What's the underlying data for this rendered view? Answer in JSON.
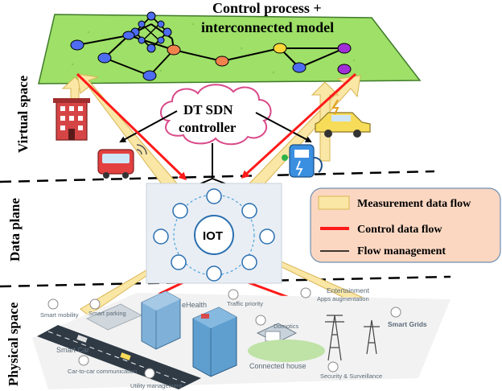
{
  "virtual_plane_title": [
    "Control process +",
    "interconnected model"
  ],
  "controller_label": [
    "DT SDN",
    "controller"
  ],
  "hub_label": "IOT",
  "layers": {
    "virtual": "Virtual space",
    "data": "Data plane",
    "physical": "Physical space"
  },
  "legend": {
    "items": [
      {
        "label": "Measurement data flow",
        "color": "#fae7a6"
      },
      {
        "label": "Control data flow",
        "color": "#ff1a1a"
      },
      {
        "label": "Flow management",
        "color": "#000000"
      }
    ],
    "background": "#fbd7c2"
  },
  "city_labels": {
    "smart_mobility": "Smart mobility",
    "smart_parking": "Smart parking",
    "ehealth": "eHealth",
    "traffic_priority": "Traffic priority",
    "entertainment": "Entertainment",
    "apps_augmentation": "Apps augmentation",
    "smart_grids": "Smart Grids",
    "domotics": "Domotics",
    "smart_car": "Smart Car",
    "car_to_car": "Car-to-car communication",
    "connected_house": "Connected house",
    "utility_management": "Utility management",
    "security": "Security & Surveillance"
  },
  "colors": {
    "plane_fill": "#9ee068",
    "node_blue": "#4d6cf2",
    "node_orange": "#f0824e",
    "node_yellow": "#ffd83a",
    "node_purple": "#a12fd8",
    "control_red": "#ff1a1a",
    "measure_yellow": "#fae7a6"
  }
}
